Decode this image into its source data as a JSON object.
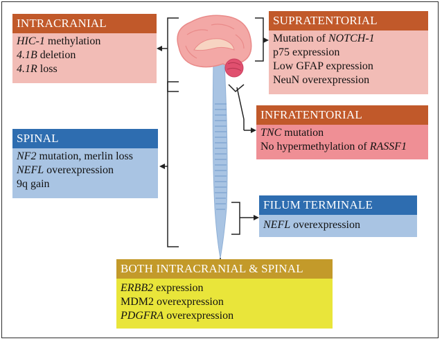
{
  "colors": {
    "orange_header": "#c1592a",
    "orange_body": "#f2bcb6",
    "pink_body": "#ef8f95",
    "blue_header": "#2e6db0",
    "blue_body": "#a9c4e3",
    "gold_header": "#c39a2a",
    "yellow_body": "#e9e53a"
  },
  "intracranial": {
    "title": "INTRACRANIAL",
    "lines": [
      {
        "em": "HIC-1",
        "rest": " methylation"
      },
      {
        "em": "4.1B",
        "rest": " deletion"
      },
      {
        "em": "4.1R",
        "rest": " loss"
      }
    ]
  },
  "supratentorial": {
    "title": "SUPRATENTORIAL",
    "lines": [
      {
        "pre": "Mutation of ",
        "em": "NOTCH-1"
      },
      {
        "pre": "p75 expression"
      },
      {
        "pre": "Low GFAP expression"
      },
      {
        "pre": "NeuN overexpression"
      }
    ]
  },
  "infratentorial": {
    "title": "INFRATENTORIAL",
    "lines": [
      {
        "em": "TNC",
        "rest": " mutation"
      },
      {
        "pre": "No hypermethylation of ",
        "em": "RASSF1"
      }
    ]
  },
  "spinal": {
    "title": "SPINAL",
    "lines": [
      {
        "em": "NF2",
        "rest": " mutation, merlin loss"
      },
      {
        "em": "NEFL",
        "rest": " overexpression"
      },
      {
        "pre": "9q gain"
      }
    ]
  },
  "filum": {
    "title": "FILUM TERMINALE",
    "lines": [
      {
        "em": "NEFL",
        "rest": " overexpression"
      }
    ]
  },
  "both": {
    "title": "BOTH INTRACRANIAL & SPINAL",
    "lines": [
      {
        "em": "ERBB2",
        "rest": " expression"
      },
      {
        "pre": "MDM2 overexpression"
      },
      {
        "em": "PDGFRA",
        "rest": " overexpression"
      }
    ]
  }
}
